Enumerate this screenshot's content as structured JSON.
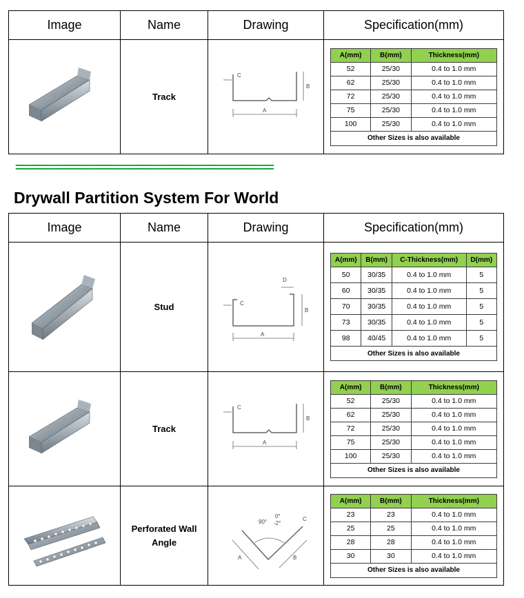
{
  "headers": {
    "image": "Image",
    "name": "Name",
    "drawing": "Drawing",
    "spec": "Specification(mm)"
  },
  "divider": "==========================================",
  "section_title": "Drywall Partition System For World",
  "drawing_labels": {
    "a": "A",
    "b": "B",
    "c": "C",
    "d": "D",
    "angle_top": "0°",
    "angle_main": "90°",
    "angle_bottom": "-2°"
  },
  "top_track": {
    "name": "Track",
    "spec_headers": [
      "A(mm)",
      "B(mm)",
      "Thickness(mm)"
    ],
    "rows": [
      [
        "52",
        "25/30",
        "0.4 to 1.0 mm"
      ],
      [
        "62",
        "25/30",
        "0.4 to 1.0 mm"
      ],
      [
        "72",
        "25/30",
        "0.4 to 1.0 mm"
      ],
      [
        "75",
        "25/30",
        "0.4 to 1.0 mm"
      ],
      [
        "100",
        "25/30",
        "0.4 to 1.0 mm"
      ]
    ],
    "footer": "Other Sizes is also available"
  },
  "stud": {
    "name": "Stud",
    "spec_headers": [
      "A(mm)",
      "B(mm)",
      "C-Thickness(mm)",
      "D(mm)"
    ],
    "rows": [
      [
        "50",
        "30/35",
        "0.4 to 1.0 mm",
        "5"
      ],
      [
        "60",
        "30/35",
        "0.4 to 1.0 mm",
        "5"
      ],
      [
        "70",
        "30/35",
        "0.4 to 1.0 mm",
        "5"
      ],
      [
        "73",
        "30/35",
        "0.4 to 1.0 mm",
        "5"
      ],
      [
        "98",
        "40/45",
        "0.4 to 1.0 mm",
        "5"
      ]
    ],
    "footer": "Other Sizes is also available"
  },
  "track": {
    "name": "Track",
    "spec_headers": [
      "A(mm)",
      "B(mm)",
      "Thickness(mm)"
    ],
    "rows": [
      [
        "52",
        "25/30",
        "0.4 to 1.0 mm"
      ],
      [
        "62",
        "25/30",
        "0.4 to 1.0 mm"
      ],
      [
        "72",
        "25/30",
        "0.4 to 1.0 mm"
      ],
      [
        "75",
        "25/30",
        "0.4 to 1.0 mm"
      ],
      [
        "100",
        "25/30",
        "0.4 to 1.0 mm"
      ]
    ],
    "footer": "Other Sizes is also available"
  },
  "angle": {
    "name": "Perforated Wall Angle",
    "spec_headers": [
      "A(mm)",
      "B(mm)",
      "Thickness(mm)"
    ],
    "rows": [
      [
        "23",
        "23",
        "0.4 to 1.0 mm"
      ],
      [
        "25",
        "25",
        "0.4 to 1.0 mm"
      ],
      [
        "28",
        "28",
        "0.4 to 1.0 mm"
      ],
      [
        "30",
        "30",
        "0.4 to 1.0 mm"
      ]
    ],
    "footer": "Other Sizes is also available"
  }
}
